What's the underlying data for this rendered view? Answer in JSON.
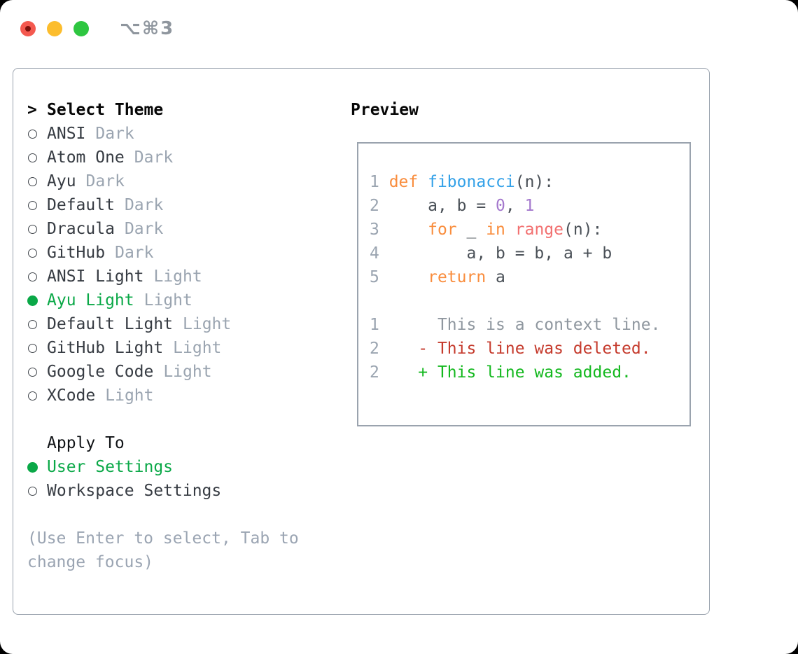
{
  "window": {
    "title": "⌥⌘3"
  },
  "theme_picker": {
    "prompt": ">",
    "title": "Select Theme",
    "items": [
      {
        "name": "ANSI",
        "variant": "Dark",
        "selected": false
      },
      {
        "name": "Atom One",
        "variant": "Dark",
        "selected": false
      },
      {
        "name": "Ayu",
        "variant": "Dark",
        "selected": false
      },
      {
        "name": "Default",
        "variant": "Dark",
        "selected": false
      },
      {
        "name": "Dracula",
        "variant": "Dark",
        "selected": false
      },
      {
        "name": "GitHub",
        "variant": "Dark",
        "selected": false
      },
      {
        "name": "ANSI Light",
        "variant": "Light",
        "selected": false
      },
      {
        "name": "Ayu Light",
        "variant": "Light",
        "selected": true
      },
      {
        "name": "Default Light",
        "variant": "Light",
        "selected": false
      },
      {
        "name": "GitHub Light",
        "variant": "Light",
        "selected": false
      },
      {
        "name": "Google Code",
        "variant": "Light",
        "selected": false
      },
      {
        "name": "XCode",
        "variant": "Light",
        "selected": false
      }
    ]
  },
  "apply_to": {
    "title": "Apply To",
    "options": [
      {
        "label": "User Settings",
        "selected": true
      },
      {
        "label": "Workspace Settings",
        "selected": false
      }
    ]
  },
  "hint": "(Use Enter to select, Tab to change focus)",
  "preview": {
    "title": "Preview",
    "code_lines": [
      [
        {
          "t": "1 ",
          "c": "ln"
        },
        {
          "t": "def",
          "c": "kw"
        },
        {
          "t": " ",
          "c": "code"
        },
        {
          "t": "fibonacci",
          "c": "fn"
        },
        {
          "t": "(n):",
          "c": "code"
        }
      ],
      [
        {
          "t": "2 ",
          "c": "ln"
        },
        {
          "t": "    a, b = ",
          "c": "code"
        },
        {
          "t": "0",
          "c": "num"
        },
        {
          "t": ", ",
          "c": "code"
        },
        {
          "t": "1",
          "c": "num"
        }
      ],
      [
        {
          "t": "3 ",
          "c": "ln"
        },
        {
          "t": "    ",
          "c": "code"
        },
        {
          "t": "for",
          "c": "kw"
        },
        {
          "t": " _ ",
          "c": "code"
        },
        {
          "t": "in",
          "c": "kw"
        },
        {
          "t": " ",
          "c": "code"
        },
        {
          "t": "range",
          "c": "call"
        },
        {
          "t": "(n):",
          "c": "code"
        }
      ],
      [
        {
          "t": "4 ",
          "c": "ln"
        },
        {
          "t": "        a, b = b, a + b",
          "c": "code"
        }
      ],
      [
        {
          "t": "5 ",
          "c": "ln"
        },
        {
          "t": "    ",
          "c": "code"
        },
        {
          "t": "return",
          "c": "kw"
        },
        {
          "t": " a",
          "c": "code"
        }
      ],
      [],
      [
        {
          "t": "1 ",
          "c": "ln"
        },
        {
          "t": "     This is a context line.",
          "c": "ctx"
        }
      ],
      [
        {
          "t": "2 ",
          "c": "ln"
        },
        {
          "t": "   - This line was deleted.",
          "c": "del"
        }
      ],
      [
        {
          "t": "2 ",
          "c": "ln"
        },
        {
          "t": "   + This line was added.",
          "c": "add"
        }
      ]
    ]
  },
  "colors": {
    "accent_green": "#0aa847",
    "diff_deleted_red": "#c53a2c",
    "diff_added_green": "#13b81e",
    "keyword_orange": "#f98d3d",
    "function_blue": "#33a1e8",
    "call_coral": "#f27070",
    "number_purple": "#a478cd",
    "muted_gray": "#9aa4b0",
    "border_gray": "#9aa3ae",
    "traffic_red": "#f4594f",
    "traffic_yellow": "#fcbd2d",
    "traffic_green": "#2ec640"
  }
}
